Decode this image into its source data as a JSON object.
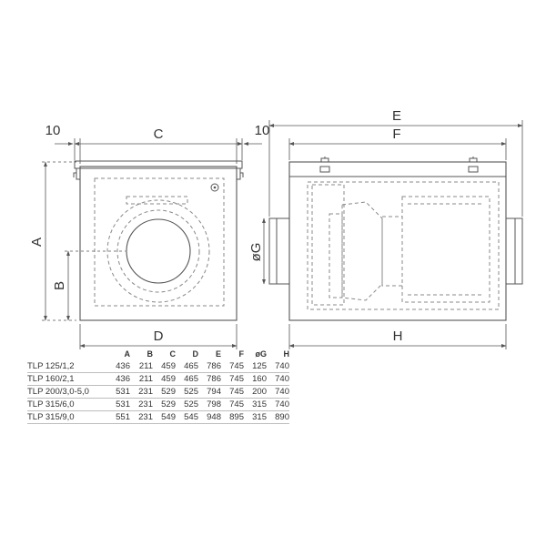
{
  "dimensions": {
    "A": "A",
    "B": "B",
    "C": "C",
    "D": "D",
    "E": "E",
    "F": "F",
    "G": "øG",
    "H": "H",
    "offset_left": "10",
    "offset_right": "10"
  },
  "table": {
    "headers": [
      "",
      "A",
      "B",
      "C",
      "D",
      "E",
      "F",
      "øG",
      "H"
    ],
    "rows": [
      [
        "TLP 125/1,2",
        "436",
        "211",
        "459",
        "465",
        "786",
        "745",
        "125",
        "740"
      ],
      [
        "TLP 160/2,1",
        "436",
        "211",
        "459",
        "465",
        "786",
        "745",
        "160",
        "740"
      ],
      [
        "TLP 200/3,0-5,0",
        "531",
        "231",
        "529",
        "525",
        "794",
        "745",
        "200",
        "740"
      ],
      [
        "TLP 315/6,0",
        "531",
        "231",
        "529",
        "525",
        "798",
        "745",
        "315",
        "740"
      ],
      [
        "TLP 315/9,0",
        "551",
        "231",
        "549",
        "545",
        "948",
        "895",
        "315",
        "890"
      ]
    ]
  }
}
